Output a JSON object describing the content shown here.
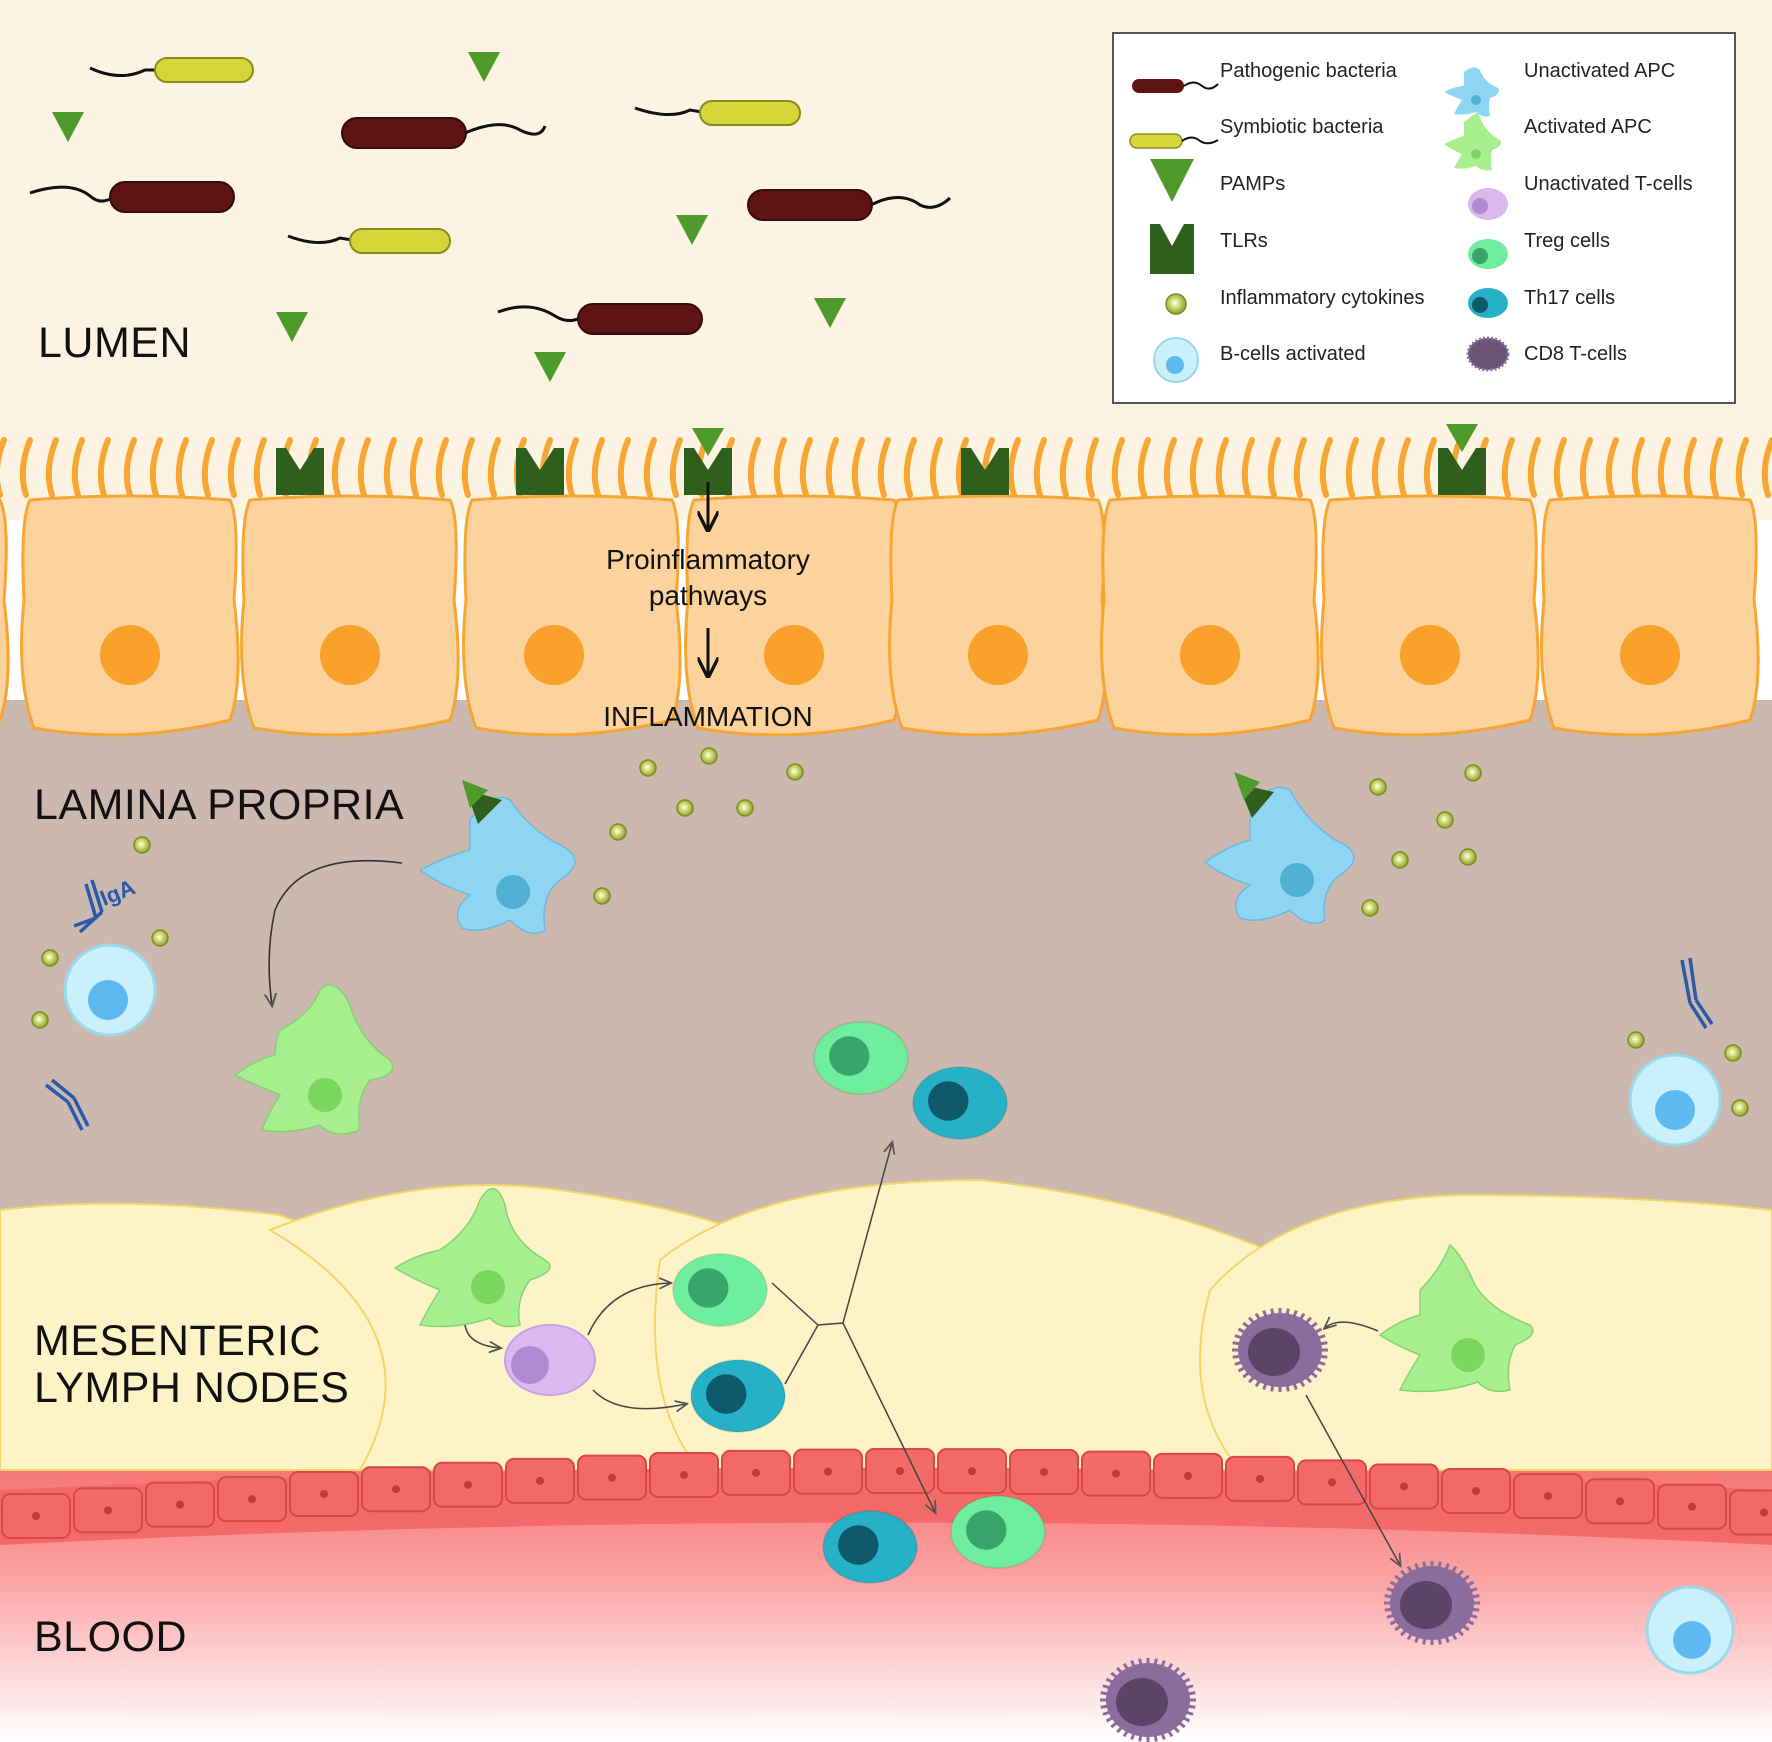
{
  "regions": {
    "lumen": "LUMEN",
    "lamina_propria": "LAMINA PROPRIA",
    "mesenteric_line1": "MESENTERIC",
    "mesenteric_line2": "LYMPH NODES",
    "blood": "BLOOD"
  },
  "center": {
    "pathways_line1": "Proinflammatory",
    "pathways_line2": "pathways",
    "inflammation": "INFLAMMATION"
  },
  "antibody_label": "IgA",
  "legend": {
    "left": [
      {
        "label": "Pathogenic bacteria",
        "icon": "pathogenic-bacteria-icon"
      },
      {
        "label": "Symbiotic bacteria",
        "icon": "symbiotic-bacteria-icon"
      },
      {
        "label": "PAMPs",
        "icon": "pamp-icon"
      },
      {
        "label": "TLRs",
        "icon": "tlr-icon"
      },
      {
        "label": "Inflammatory cytokines",
        "icon": "cytokine-icon"
      },
      {
        "label": "B-cells activated",
        "icon": "b-cell-icon"
      }
    ],
    "right": [
      {
        "label": "Unactivated APC",
        "icon": "unactivated-apc-icon"
      },
      {
        "label": "Activated APC",
        "icon": "activated-apc-icon"
      },
      {
        "label": "Unactivated T-cells",
        "icon": "unactivated-t-cell-icon"
      },
      {
        "label": "Treg cells",
        "icon": "treg-cell-icon"
      },
      {
        "label": "Th17 cells",
        "icon": "th17-cell-icon"
      },
      {
        "label": "CD8 T-cells",
        "icon": "cd8-t-cell-icon"
      }
    ]
  },
  "colors": {
    "lumen_bg": "#fdf3e3",
    "epithelium": "#fcd39c",
    "epithelium_border": "#f7a533",
    "nucleus": "#f9a12a",
    "lamina_bg": "#cbb8ae",
    "lymph_node": "#fdf3c6",
    "blood_vessel": "#f46a6a",
    "pathogenic": "#5e1412",
    "symbiotic": "#d6d53a",
    "pamp": "#4e9a2a",
    "tlr": "#2f5f1c",
    "apc_unactivated": "#8fd6f4",
    "apc_activated": "#a7ef8e",
    "t_unactivated": "#dcb8ef",
    "treg": "#6fef9d",
    "th17": "#26b1c6",
    "cd8": "#6a5578",
    "b_cell": "#c9f0fb",
    "antibody": "#2a5ba8"
  }
}
